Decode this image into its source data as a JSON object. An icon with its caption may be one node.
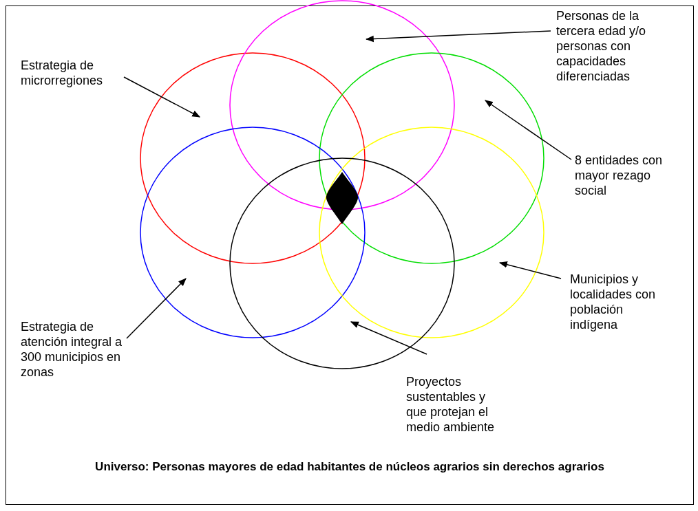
{
  "diagram": {
    "caption": "Universo: Personas mayores de edad habitantes de núcleos agrarios sin derechos agrarios",
    "nodes": [
      {
        "text": [],
        "shape": "circle"
      },
      {
        "text": [],
        "shape": "circle"
      },
      {
        "text": [],
        "shape": "circle"
      },
      {
        "text": [],
        "shape": "circle"
      },
      {
        "text": [],
        "shape": "circle"
      },
      {
        "text": [],
        "shape": "circle"
      },
      {
        "text": [],
        "shape": "diamond"
      },
      {
        "text": [
          "Estrategia de microrregiones"
        ]
      },
      {
        "text": [
          "Personas de la tercera edad y/o personas con capacidades diferenciadas"
        ]
      },
      {
        "text": [
          "8 entidades con mayor rezago social"
        ]
      },
      {
        "text": [
          "Municipios y localidades con población indígena"
        ]
      },
      {
        "text": [
          "Estrategia de atención integral a 300 municipios en zonas"
        ]
      },
      {
        "text": [
          "Proyectos sustentables y que protejan el medio ambiente"
        ]
      }
    ],
    "edges": [
      {
        "from": 7,
        "to": 0,
        "arrow": "to"
      },
      {
        "from": 8,
        "to": 1,
        "arrow": "to"
      },
      {
        "from": 9,
        "to": 2,
        "arrow": "to"
      },
      {
        "from": 10,
        "to": 4,
        "arrow": "to"
      },
      {
        "from": 11,
        "to": 3,
        "arrow": "to"
      },
      {
        "from": 12,
        "to": 5,
        "arrow": "to"
      }
    ]
  }
}
